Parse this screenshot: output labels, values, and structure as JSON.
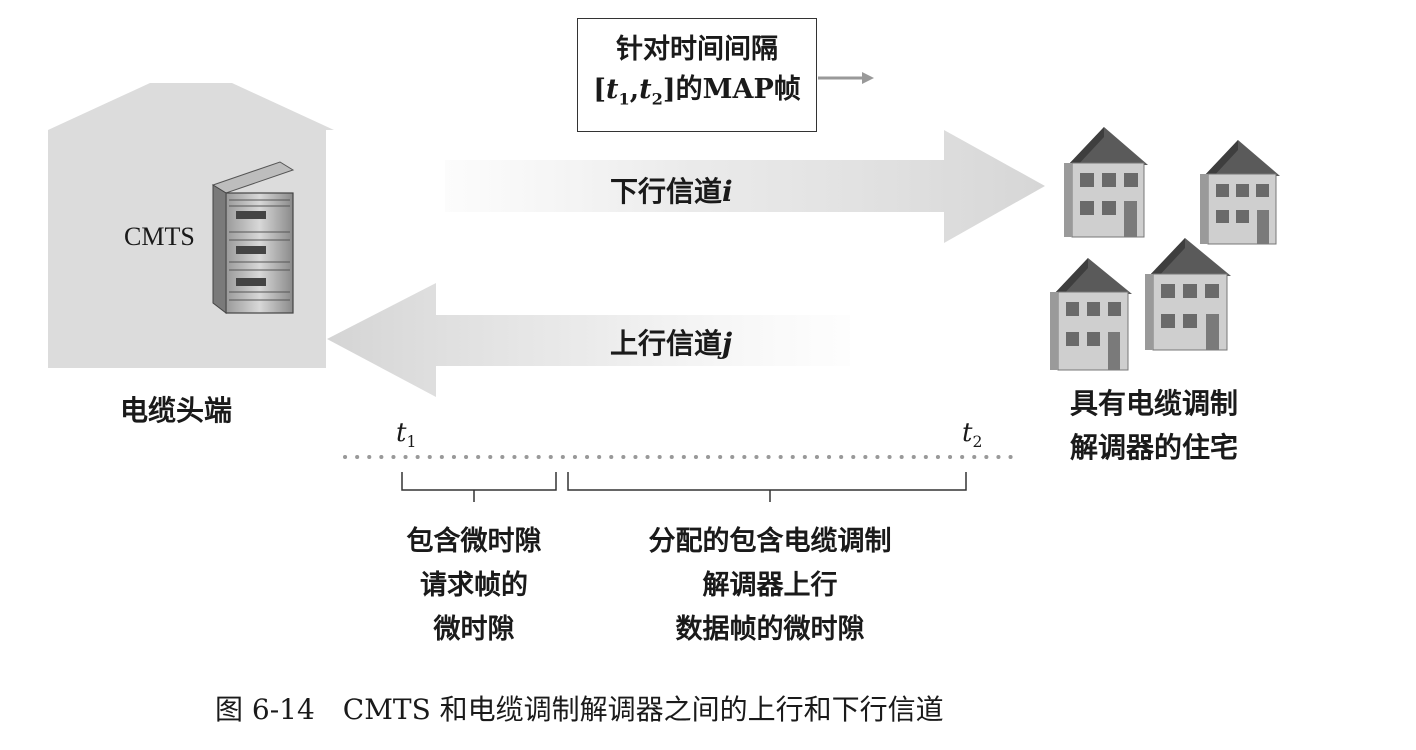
{
  "map_frame": {
    "line1": "针对时间间隔",
    "line2_suffix": "的MAP帧",
    "t1_letter": "t",
    "t1_sub": "1",
    "t2_letter": "t",
    "t2_sub": "2"
  },
  "cmts_label": "CMTS",
  "headend_label": "电缆头端",
  "downstream": {
    "prefix": "下行信道",
    "var": "i"
  },
  "upstream": {
    "prefix": "上行信道",
    "var": "j"
  },
  "homes_label": [
    "具有电缆调制",
    "解调器的住宅"
  ],
  "timeline": {
    "t1_letter": "t",
    "t1_sub": "1",
    "t2_letter": "t",
    "t2_sub": "2"
  },
  "brace_left_label": [
    "包含微时隙",
    "请求帧的",
    "微时隙"
  ],
  "brace_right_label": [
    "分配的包含电缆调制",
    "解调器上行",
    "数据帧的微时隙"
  ],
  "caption": "图 6-14　CMTS 和电缆调制解调器之间的上行和下行信道"
}
